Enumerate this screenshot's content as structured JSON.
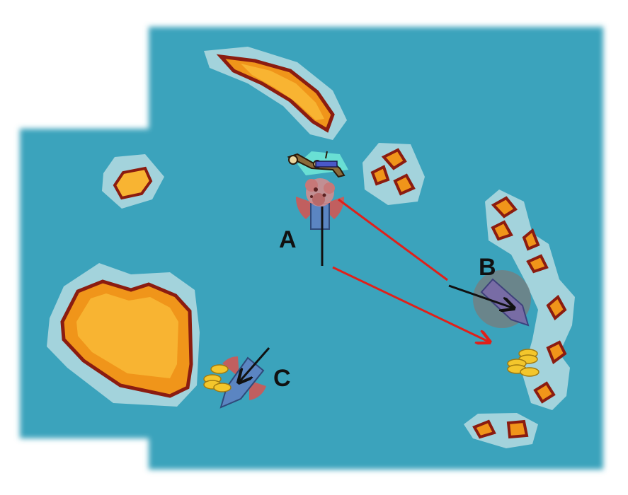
{
  "colors": {
    "ocean": "#3ba3bc",
    "shallows": "#a3d3dc",
    "land_outer": "#f0951a",
    "land_inner": "#f8b432",
    "coast": "#8b1c10",
    "ship": "#5b85c2",
    "ship_edge": "#2f4a7a",
    "fire_arc": "#d9534f",
    "move_vector": "#111111",
    "projectile_path": "#e0201a",
    "gold": "#f3c62c"
  },
  "labels": {
    "a": "A",
    "b": "B",
    "c": "C"
  },
  "icons": {
    "explosion": "explosion-icon",
    "gold": "gold-coins-icon",
    "kraken": "sea-serpent-icon"
  }
}
